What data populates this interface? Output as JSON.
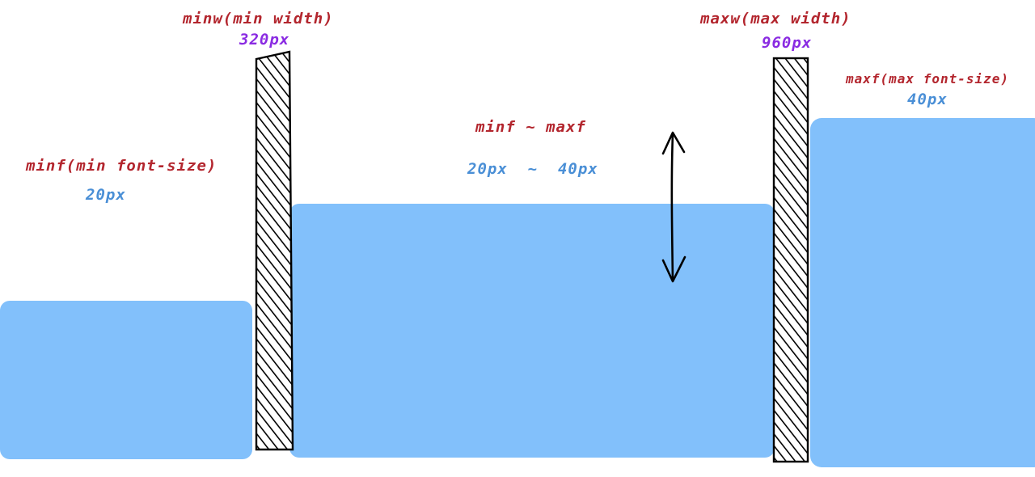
{
  "colors": {
    "fill_blue": "#82c0fb",
    "label_red": "#b3262e",
    "label_blue": "#4a8fd6",
    "label_purple": "#8a2be2",
    "stroke": "#000000"
  },
  "labels": {
    "minw_title": "minw(min width)",
    "minw_value": "320px",
    "maxw_title": "maxw(max width)",
    "maxw_value": "960px",
    "minf_title": "minf(min font-size)",
    "minf_value": "20px",
    "maxf_title": "maxf(max font-size)",
    "maxf_value": "40px",
    "range_title": "minf ~ maxf",
    "range_value": "20px  ~  40px"
  },
  "icons": {
    "vertical_arrow": "double-headed-arrow-icon"
  }
}
